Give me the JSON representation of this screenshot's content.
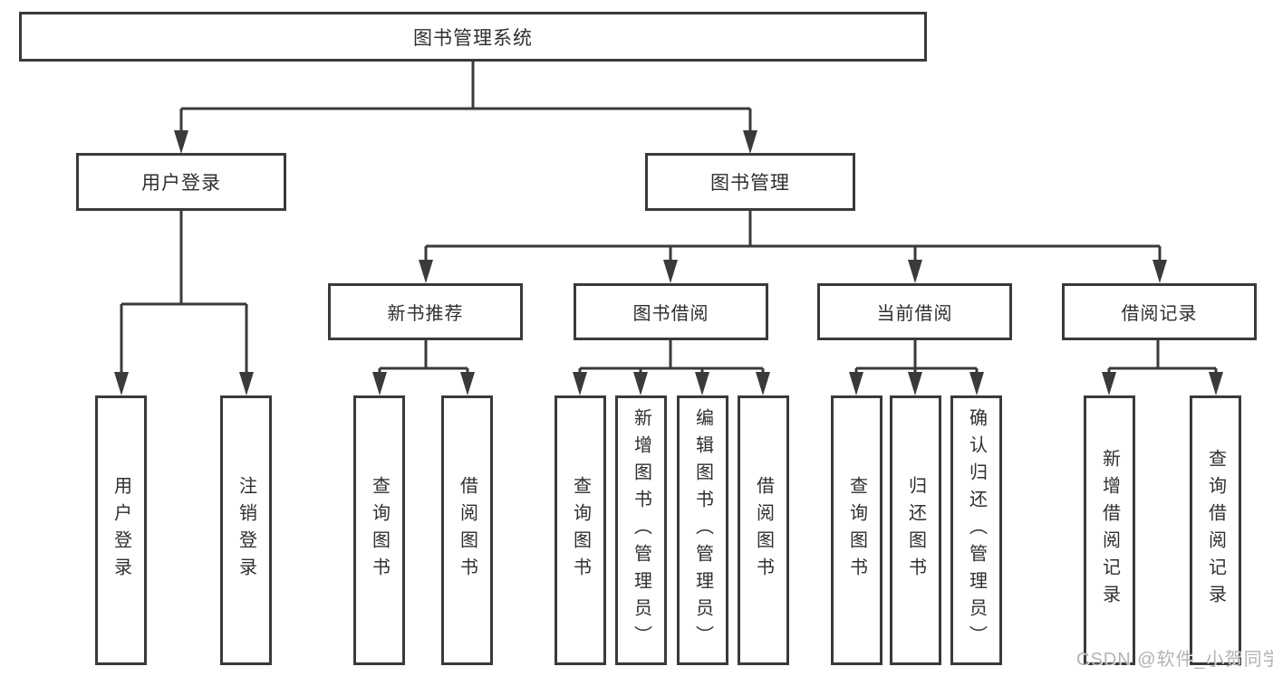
{
  "colors": {
    "line": "#3a3a3a",
    "text": "#2f2f2f",
    "watermark": "#969696"
  },
  "watermark": {
    "text": "CSDN @软件_小贺同学"
  },
  "tree": {
    "root": {
      "label": "图书管理系统"
    },
    "user_login": {
      "label": "用户登录",
      "children": [
        {
          "label": "用户登录"
        },
        {
          "label": "注销登录"
        }
      ]
    },
    "book_mgmt": {
      "label": "图书管理",
      "children": [
        {
          "label": "新书推荐",
          "children": [
            {
              "label": "查询图书"
            },
            {
              "label": "借阅图书"
            }
          ]
        },
        {
          "label": "图书借阅",
          "children": [
            {
              "label": "查询图书"
            },
            {
              "label": "新增图书（管理员）"
            },
            {
              "label": "编辑图书（管理员）"
            },
            {
              "label": "借阅图书"
            }
          ]
        },
        {
          "label": "当前借阅",
          "children": [
            {
              "label": "查询图书"
            },
            {
              "label": "归还图书"
            },
            {
              "label": "确认归还（管理员）"
            }
          ]
        },
        {
          "label": "借阅记录",
          "children": [
            {
              "label": "新增借阅记录"
            },
            {
              "label": "查询借阅记录"
            }
          ]
        }
      ]
    }
  }
}
